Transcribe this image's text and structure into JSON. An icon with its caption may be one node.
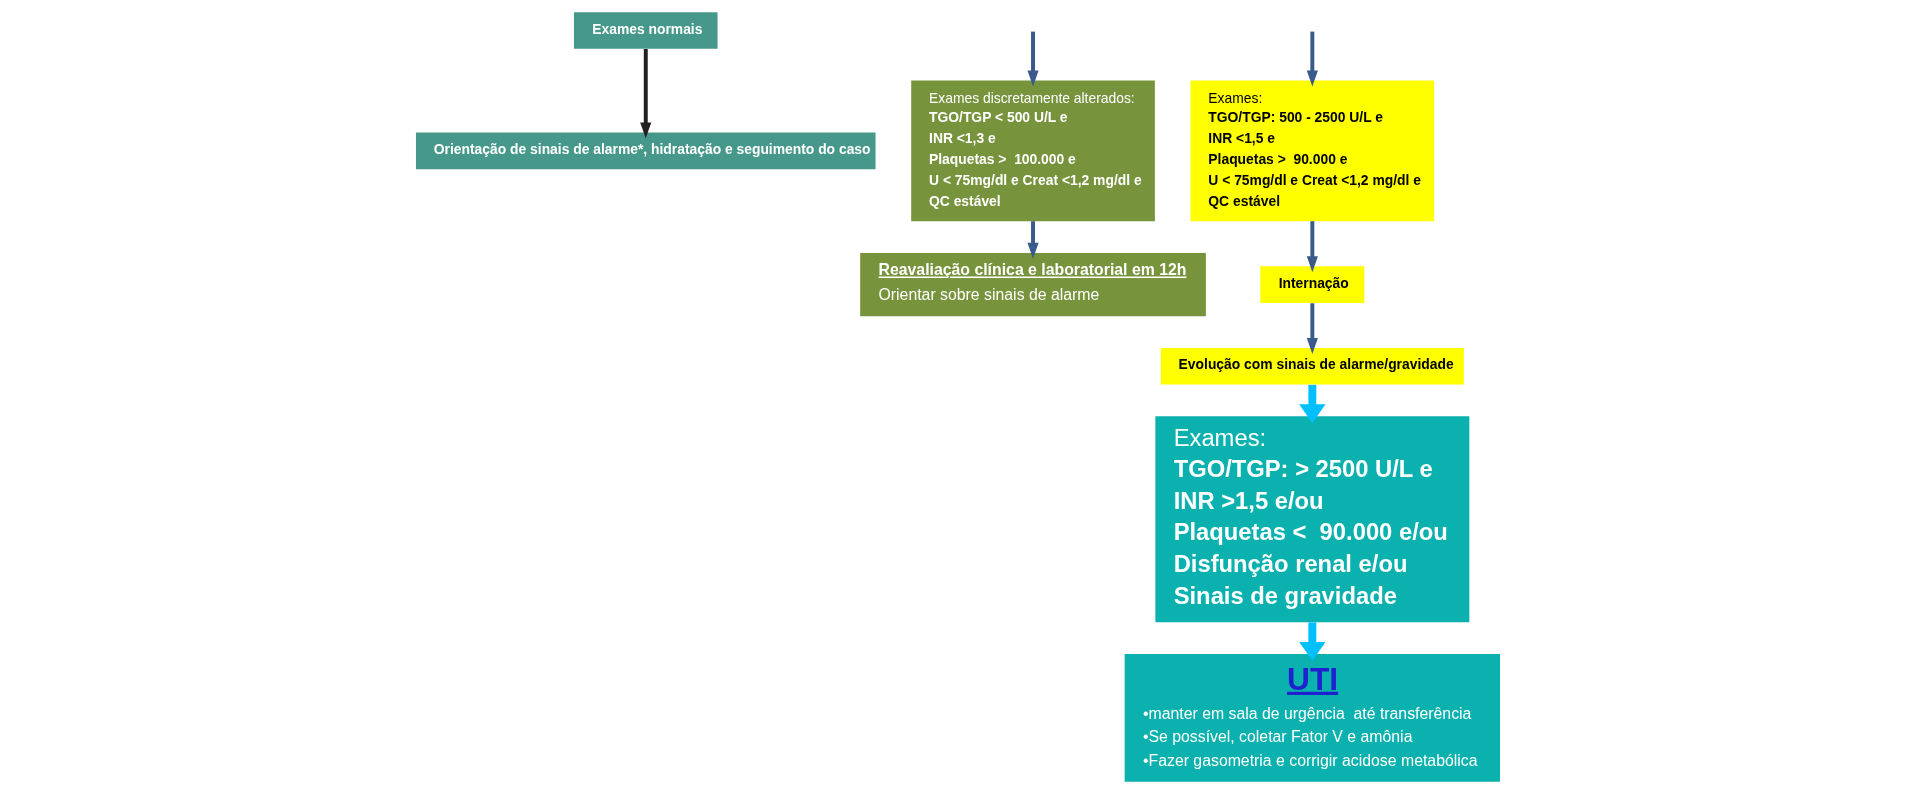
{
  "diagram": {
    "nodes": [
      {
        "text": [
          "Exames normais"
        ]
      },
      {
        "text": [
          "Orientação de sinais de alarme*, hidratação e seguimento do caso"
        ]
      },
      {
        "text": [
          "Exames discretamente alterados:",
          "TGO/TGP < 500 U/L e",
          "INR <1,3 e",
          "Plaquetas >  100.000 e",
          "U < 75mg/dl e Creat <1,2 mg/dl e",
          "QC estável"
        ]
      },
      {
        "text": [
          "Reavaliação clínica e laboratorial em 12h",
          "Orientar sobre sinais de alarme"
        ]
      },
      {
        "text": [
          "Exames:",
          "TGO/TGP: 500 - 2500 U/L e",
          "INR <1,5 e",
          "Plaquetas >  90.000 e",
          "U < 75mg/dl e Creat <1,2 mg/dl e",
          "QC estável"
        ]
      },
      {
        "text": [
          "Internação"
        ]
      },
      {
        "text": [
          "Evolução com sinais de alarme/gravidade"
        ]
      },
      {
        "text": [
          "Exames:",
          "TGO/TGP: > 2500 U/L e",
          "INR >1,5 e/ou",
          "Plaquetas <  90.000 e/ou",
          "Disfunção renal e/ou",
          "Sinais de gravidade"
        ]
      },
      {
        "text": [
          "UTI",
          "•manter em sala de urgência  até transferência",
          "•Se possível, coletar Fator V e amônia",
          "•Fazer gasometria e corrigir acidose metabólica"
        ]
      }
    ],
    "edges": [
      {
        "from": 0,
        "to": 1,
        "arrow": "to",
        "color": "#231f20"
      },
      {
        "from": null,
        "to": 2,
        "arrow": "to"
      },
      {
        "from": 2,
        "to": 3,
        "arrow": "to"
      },
      {
        "from": null,
        "to": 4,
        "arrow": "to"
      },
      {
        "from": 4,
        "to": 5,
        "arrow": "to"
      },
      {
        "from": 5,
        "to": 6,
        "arrow": "to"
      },
      {
        "from": 6,
        "to": 7,
        "arrow": "to",
        "style": "thick",
        "color": "#00bfff"
      },
      {
        "from": 7,
        "to": 8,
        "arrow": "to",
        "style": "thick",
        "color": "#00bfff"
      }
    ]
  }
}
